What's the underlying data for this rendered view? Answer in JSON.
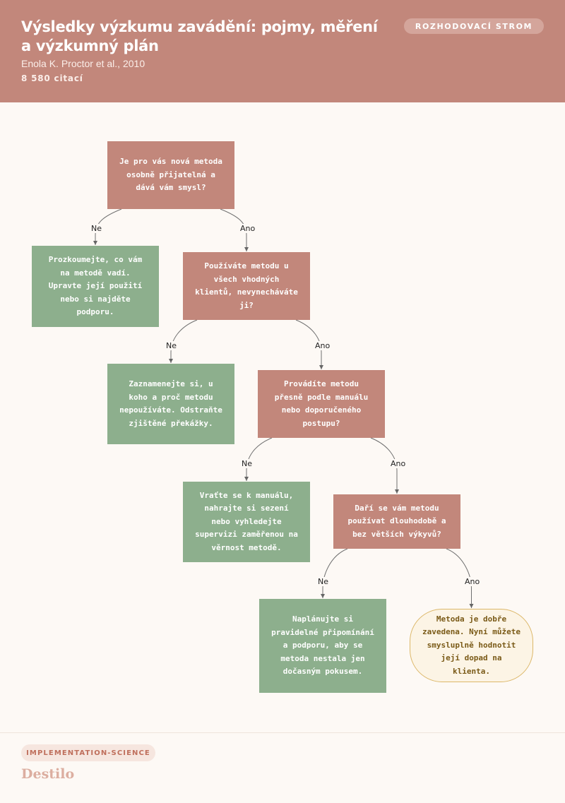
{
  "header": {
    "title": "Výsledky výzkumu zavádění: pojmy, měření a výzkumný plán",
    "authors": "Enola K. Proctor et al., 2010",
    "citations": "8 580 citací",
    "badge": "ROZHODOVACÍ STROM"
  },
  "diagram": {
    "nodes": [
      {
        "id": "q1",
        "type": "question",
        "text": "Je pro vás nová metoda osobně přijatelná a dává vám smysl?"
      },
      {
        "id": "a1",
        "type": "action",
        "text": "Prozkoumejte, co vám na metodě vadí. Upravte její použití nebo si najděte podporu."
      },
      {
        "id": "q2",
        "type": "question",
        "text": "Používáte metodu u všech vhodných klientů, nevynecháváte ji?"
      },
      {
        "id": "a2",
        "type": "action",
        "text": "Zaznamenejte si, u koho a proč metodu nepoužíváte. Odstraňte zjištěné překážky."
      },
      {
        "id": "q3",
        "type": "question",
        "text": "Provádíte metodu přesně podle manuálu nebo doporučeného postupu?"
      },
      {
        "id": "a3",
        "type": "action",
        "text": "Vraťte se k manuálu, nahrajte si sezení nebo vyhledejte supervizi zaměřenou na věrnost metodě."
      },
      {
        "id": "q4",
        "type": "question",
        "text": "Daří se vám metodu používat dlouhodobě a bez větších výkyvů?"
      },
      {
        "id": "a4",
        "type": "action",
        "text": "Naplánujte si pravidelné připomínání a podporu, aby se metoda nestala jen dočasným pokusem."
      },
      {
        "id": "end",
        "type": "outcome",
        "text": "Metoda je dobře zavedena. Nyní můžete smysluplně hodnotit její dopad na klienta."
      }
    ],
    "edges": [
      {
        "from": "q1",
        "to": "a1",
        "label": "Ne"
      },
      {
        "from": "q1",
        "to": "q2",
        "label": "Ano"
      },
      {
        "from": "q2",
        "to": "a2",
        "label": "Ne"
      },
      {
        "from": "q2",
        "to": "q3",
        "label": "Ano"
      },
      {
        "from": "q3",
        "to": "a3",
        "label": "Ne"
      },
      {
        "from": "q3",
        "to": "q4",
        "label": "Ano"
      },
      {
        "from": "q4",
        "to": "a4",
        "label": "Ne"
      },
      {
        "from": "q4",
        "to": "end",
        "label": "Ano"
      }
    ]
  },
  "footer": {
    "tag": "IMPLEMENTATION-SCIENCE",
    "brand": "Destilo"
  }
}
